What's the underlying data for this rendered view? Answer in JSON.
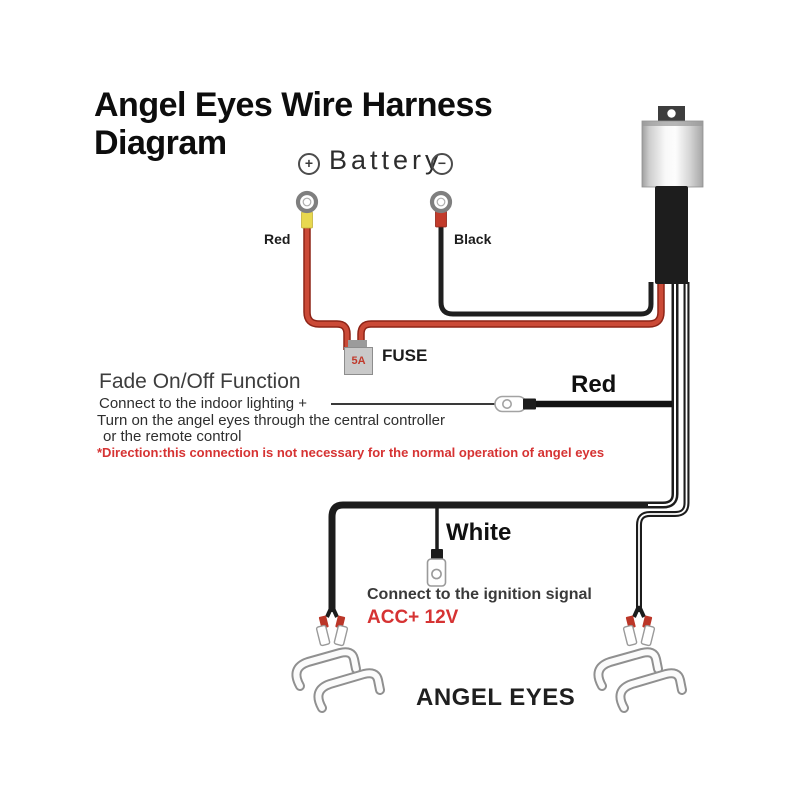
{
  "title": {
    "line1": "Angel Eyes Wire Harness",
    "line2": "Diagram"
  },
  "battery": {
    "plus_symbol": "+",
    "label": "Battery",
    "minus_symbol": "−",
    "positive_terminal_label": "Red",
    "negative_terminal_label": "Black"
  },
  "fuse": {
    "rating": "5A",
    "label": "FUSE"
  },
  "fade_section": {
    "heading": "Fade On/Off Function",
    "line1": "Connect to the indoor lighting +",
    "line2": "Turn on the angel eyes through the central controller",
    "line3": "or the remote control",
    "warning": "*Direction:this connection is not necessary for the normal operation of angel eyes",
    "wire_label": "Red"
  },
  "ignition_section": {
    "wire_label": "White",
    "line1": "Connect to the ignition signal",
    "line2": "ACC+ 12V"
  },
  "output_section": {
    "label": "ANGEL EYES"
  },
  "colors": {
    "wire_red": "#c0392b",
    "wire_red_outline": "#8e2417",
    "wire_black": "#1c1c1c",
    "warning_red": "#d63333",
    "fuse_body": "#c9c9c9",
    "fuse_tab": "#9b9b9b",
    "crimp_yellow": "#e8d84f",
    "crimp_red": "#bf3a2b",
    "connector_outline": "#9a9a9a",
    "relay_body": "#1d1d1d",
    "relay_tab": "#3d3d3d"
  }
}
